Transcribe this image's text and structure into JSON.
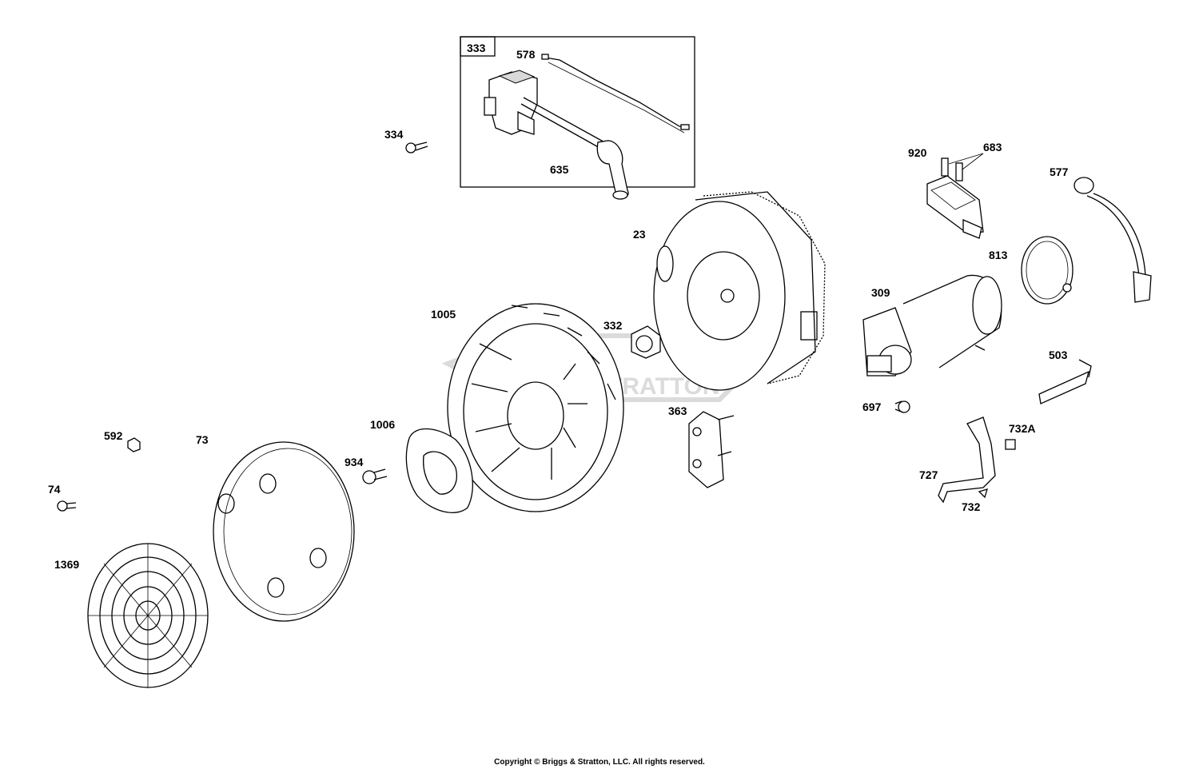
{
  "labels": {
    "p333": "333",
    "p578": "578",
    "p334": "334",
    "p635": "635",
    "p920": "920",
    "p683": "683",
    "p577": "577",
    "p23": "23",
    "p813": "813",
    "p309": "309",
    "p1005": "1005",
    "p332": "332",
    "p503": "503",
    "p697": "697",
    "p363": "363",
    "p732A": "732A",
    "p1006": "1006",
    "p592": "592",
    "p73": "73",
    "p934": "934",
    "p727": "727",
    "p74": "74",
    "p732": "732",
    "p1369": "1369"
  },
  "watermark": "STRATTON",
  "copyright": "Copyright © Briggs & Stratton, LLC. All rights reserved."
}
